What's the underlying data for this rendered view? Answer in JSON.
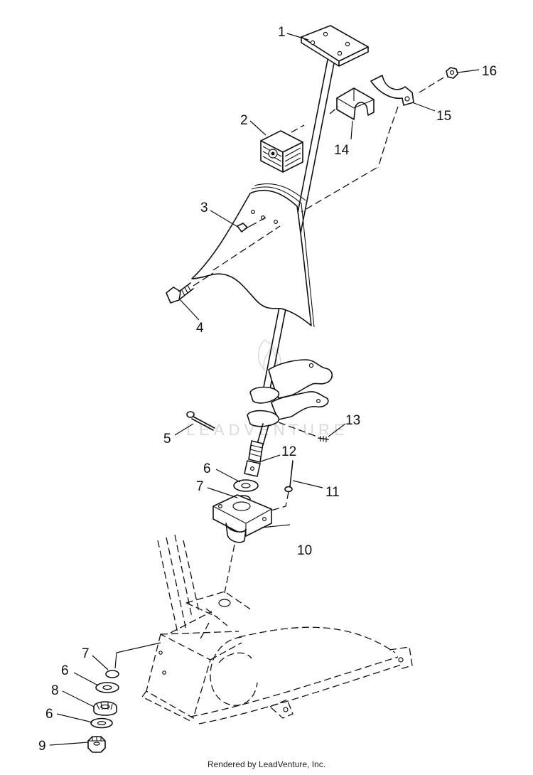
{
  "diagram": {
    "callouts": [
      {
        "id": "c1",
        "text": "1"
      },
      {
        "id": "c2",
        "text": "2"
      },
      {
        "id": "c3",
        "text": "3"
      },
      {
        "id": "c4",
        "text": "4"
      },
      {
        "id": "c5",
        "text": "5"
      },
      {
        "id": "c6a",
        "text": "6"
      },
      {
        "id": "c6b",
        "text": "6"
      },
      {
        "id": "c6c",
        "text": "6"
      },
      {
        "id": "c7a",
        "text": "7"
      },
      {
        "id": "c7b",
        "text": "7"
      },
      {
        "id": "c8",
        "text": "8"
      },
      {
        "id": "c9",
        "text": "9"
      },
      {
        "id": "c10",
        "text": "10"
      },
      {
        "id": "c11",
        "text": "11"
      },
      {
        "id": "c12",
        "text": "12"
      },
      {
        "id": "c13",
        "text": "13"
      },
      {
        "id": "c14",
        "text": "14"
      },
      {
        "id": "c15",
        "text": "15"
      },
      {
        "id": "c16",
        "text": "16"
      }
    ],
    "watermark": "LEADVENTURE"
  },
  "footer": {
    "credit": "Rendered by LeadVenture, Inc."
  }
}
